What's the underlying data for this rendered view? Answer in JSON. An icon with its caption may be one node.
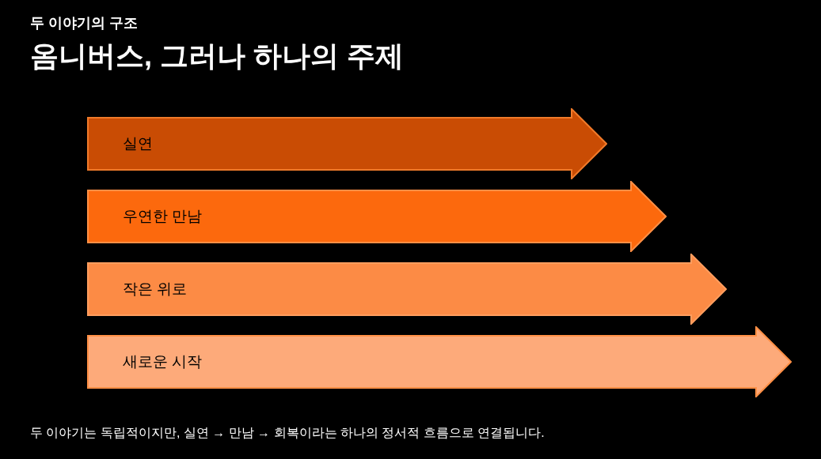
{
  "diagram": {
    "title": "옴니버스, 그러나 하나의 주제",
    "labels": [
      "두 이야기의 구조"
    ],
    "nodes": [
      {
        "text": [
          "실연"
        ]
      },
      {
        "text": [
          "우연한 만남"
        ]
      },
      {
        "text": [
          "작은 위로"
        ]
      },
      {
        "text": [
          "새로운 시작"
        ]
      }
    ],
    "caption": "두 이야기는 독립적이지만, 실연 → 만남 → 회복이라는 하나의 정서적 흐름으로 연결됩니다."
  }
}
